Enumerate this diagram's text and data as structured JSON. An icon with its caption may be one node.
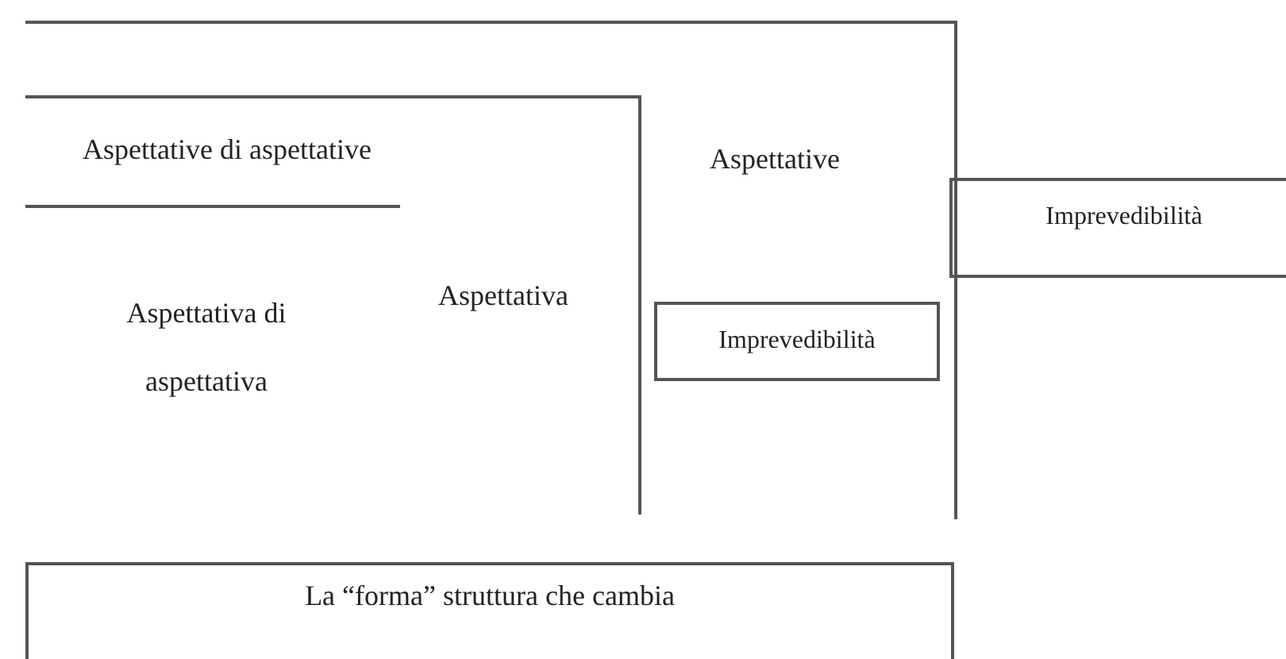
{
  "diagram": {
    "nodes": [
      {
        "text": [
          "Aspettative"
        ]
      },
      {
        "text": [
          "Aspettative di aspettative",
          "Aspettativa di aspettativa",
          "Aspettativa"
        ],
        "in": 0
      },
      {
        "text": [
          "Imprevedibilità"
        ],
        "in": 0
      },
      {
        "text": [
          "Imprevedibilità"
        ]
      },
      {
        "text": [
          "La “forma” struttura che cambia"
        ]
      }
    ],
    "edges": []
  }
}
